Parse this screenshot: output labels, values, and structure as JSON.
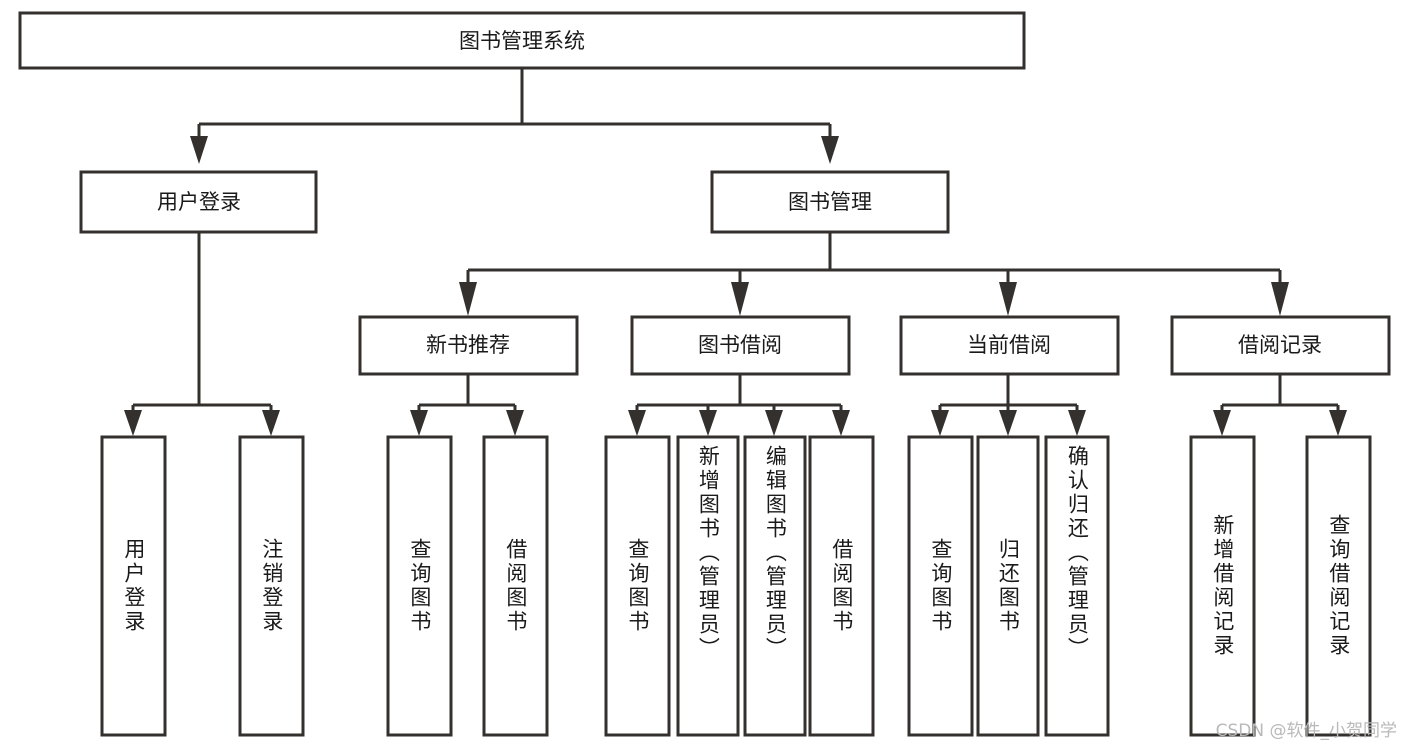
{
  "diagram": {
    "type": "tree-hierarchy",
    "title": "图书管理系统",
    "orientation": "top-down",
    "colors": {
      "box_stroke": "#33302e",
      "box_fill": "#ffffff",
      "connector": "#33302e",
      "text": "#1a1a1a",
      "background": "#ffffff",
      "watermark": "#b9b9b9"
    },
    "root": {
      "label": "图书管理系统"
    },
    "level2": [
      {
        "label": "用户登录"
      },
      {
        "label": "图书管理"
      }
    ],
    "level3": [
      {
        "label": "新书推荐"
      },
      {
        "label": "图书借阅"
      },
      {
        "label": "当前借阅"
      },
      {
        "label": "借阅记录"
      }
    ],
    "leaves": {
      "user_login": [
        {
          "label": "用户登录"
        },
        {
          "label": "注销登录"
        }
      ],
      "new_book_recommend": [
        {
          "label": "查询图书"
        },
        {
          "label": "借阅图书"
        }
      ],
      "book_borrow": [
        {
          "label": "查询图书"
        },
        {
          "label": "新增图书（管理员）"
        },
        {
          "label": "编辑图书（管理员）"
        },
        {
          "label": "借阅图书"
        }
      ],
      "current_borrow": [
        {
          "label": "查询图书"
        },
        {
          "label": "归还图书"
        },
        {
          "label": "确认归还（管理员）"
        }
      ],
      "borrow_record": [
        {
          "label": "新增借阅记录"
        },
        {
          "label": "查询借阅记录"
        }
      ]
    }
  },
  "watermark": {
    "text": "CSDN @软件_小贺同学"
  }
}
